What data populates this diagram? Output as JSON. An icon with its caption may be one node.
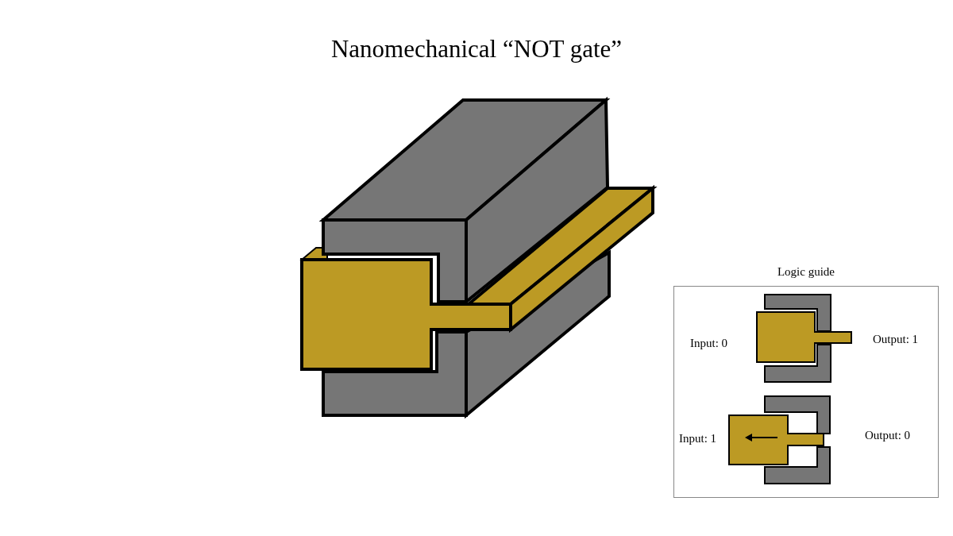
{
  "diagram": {
    "title": "Nanomechanical “NOT gate”",
    "nodes": [
      {
        "text": [
          "Logic guide"
        ]
      }
    ],
    "labels": [
      "Input: 0",
      "Output: 1",
      "Input: 1",
      "Output: 0"
    ]
  }
}
